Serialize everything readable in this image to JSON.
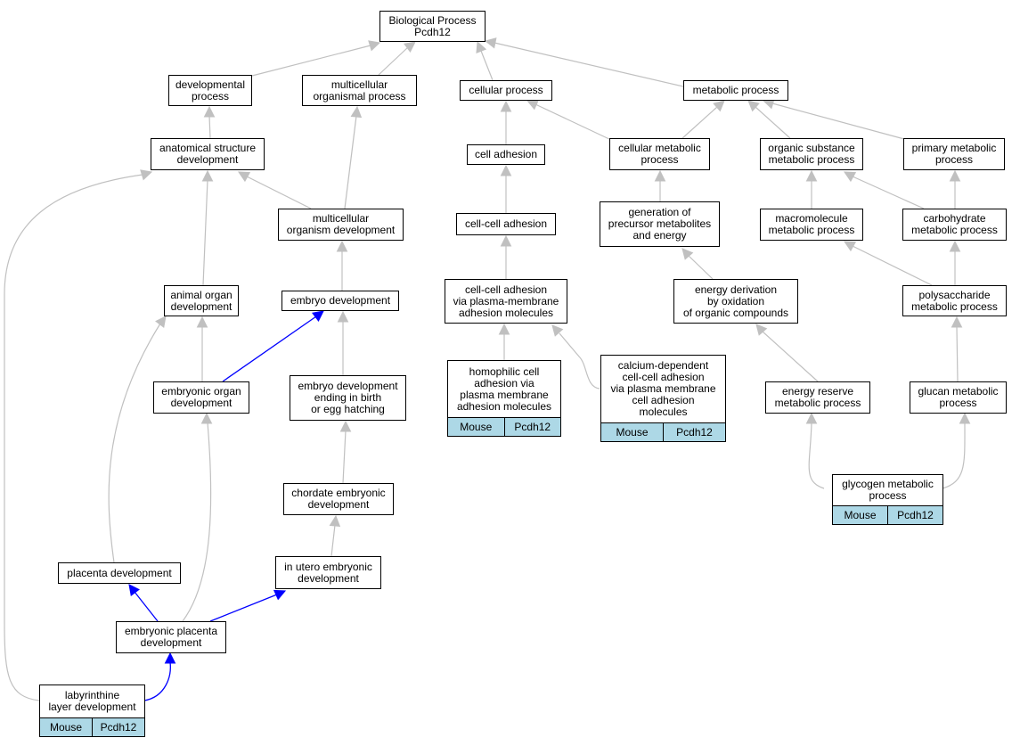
{
  "colors": {
    "edge": "#c0c0c0",
    "highlight_edge": "#0000ff",
    "annotation_fill": "#add8e6"
  },
  "nodes": {
    "biological_process": "Biological Process\nPcdh12",
    "developmental_process": "developmental\nprocess",
    "multicellular_organismal_process": "multicellular\norganismal process",
    "cellular_process": "cellular process",
    "metabolic_process": "metabolic process",
    "anatomical_structure_development": "anatomical structure\ndevelopment",
    "cell_adhesion": "cell adhesion",
    "cellular_metabolic_process": "cellular metabolic\nprocess",
    "organic_substance_metabolic_process": "organic substance\nmetabolic process",
    "primary_metabolic_process": "primary metabolic\nprocess",
    "multicellular_organism_development": "multicellular\norganism development",
    "cell_cell_adhesion": "cell-cell adhesion",
    "generation_of_precursor_metabolites": "generation of\nprecursor metabolites\nand energy",
    "macromolecule_metabolic_process": "macromolecule\nmetabolic process",
    "carbohydrate_metabolic_process": "carbohydrate\nmetabolic process",
    "animal_organ_development": "animal organ\ndevelopment",
    "embryo_development": "embryo development",
    "cell_cell_adhesion_plasma_membrane": "cell-cell adhesion\nvia plasma-membrane\nadhesion molecules",
    "energy_derivation_by_oxidation": "energy derivation\nby oxidation\nof organic compounds",
    "polysaccharide_metabolic_process": "polysaccharide\nmetabolic process",
    "embryonic_organ_development": "embryonic organ\ndevelopment",
    "embryo_development_birth": "embryo development\nending in birth\nor egg hatching",
    "homophilic_cell_adhesion": "homophilic cell\nadhesion via\nplasma membrane\nadhesion molecules",
    "calcium_dependent_adhesion": "calcium-dependent\ncell-cell adhesion\nvia plasma membrane\ncell adhesion\nmolecules",
    "energy_reserve_metabolic_process": "energy reserve\nmetabolic process",
    "glucan_metabolic_process": "glucan metabolic\nprocess",
    "chordate_embryonic_development": "chordate embryonic\ndevelopment",
    "glycogen_metabolic_process": "glycogen metabolic\nprocess",
    "placenta_development": "placenta development",
    "in_utero_embryonic_development": "in utero embryonic\ndevelopment",
    "embryonic_placenta_development": "embryonic placenta\ndevelopment",
    "labyrinthine_layer_development": "labyrinthine\nlayer development"
  },
  "annotation": {
    "species": "Mouse",
    "gene": "Pcdh12"
  }
}
